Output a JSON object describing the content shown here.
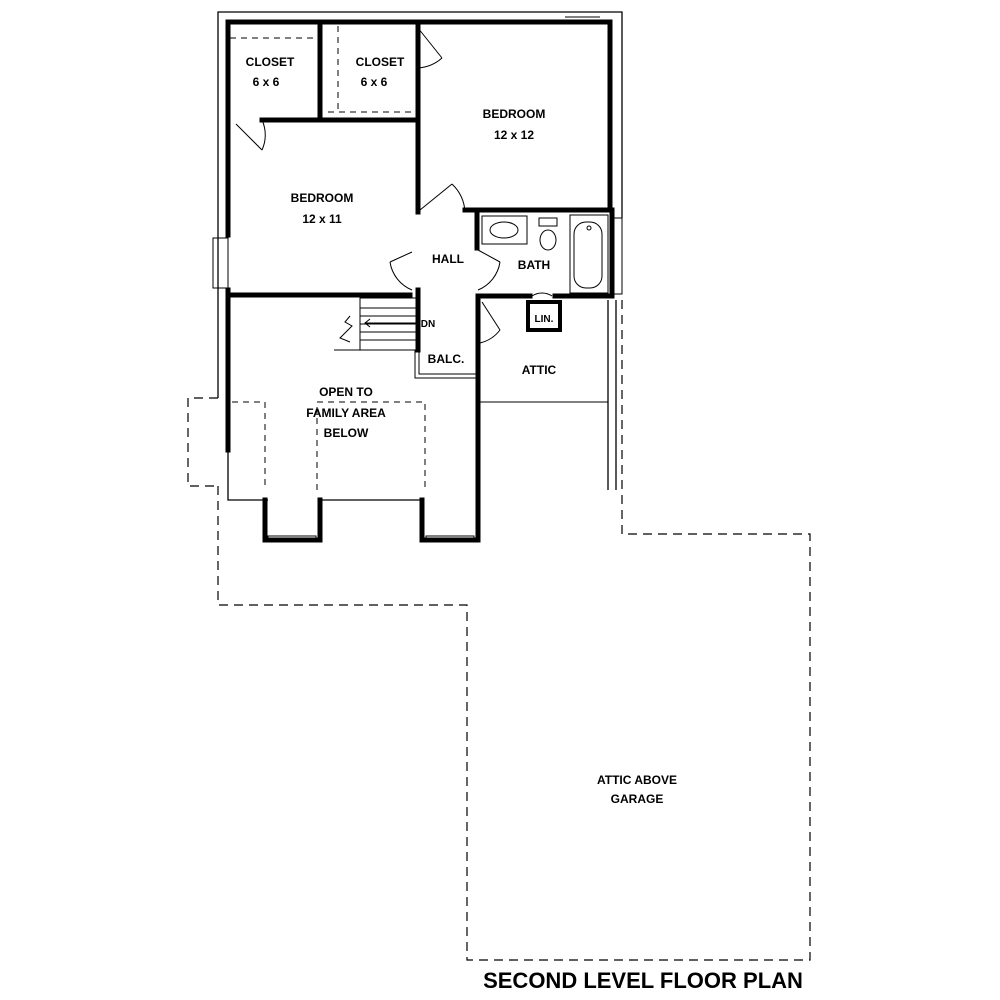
{
  "plan": {
    "title": "SECOND LEVEL FLOOR PLAN",
    "closet_left": {
      "name": "CLOSET",
      "size": "6 x 6"
    },
    "closet_right": {
      "name": "CLOSET",
      "size": "6 x 6"
    },
    "bedroom_upper": {
      "name": "BEDROOM",
      "size": "12 x 12"
    },
    "bedroom_lower": {
      "name": "BEDROOM",
      "size": "12 x 11"
    },
    "hall": "HALL",
    "bath": "BATH",
    "linen": "LIN.",
    "stair_dn": "DN",
    "balcony": "BALC.",
    "attic": "ATTIC",
    "open_to": [
      "OPEN TO",
      "FAMILY AREA",
      "BELOW"
    ],
    "attic_garage": [
      "ATTIC ABOVE",
      "GARAGE"
    ]
  }
}
